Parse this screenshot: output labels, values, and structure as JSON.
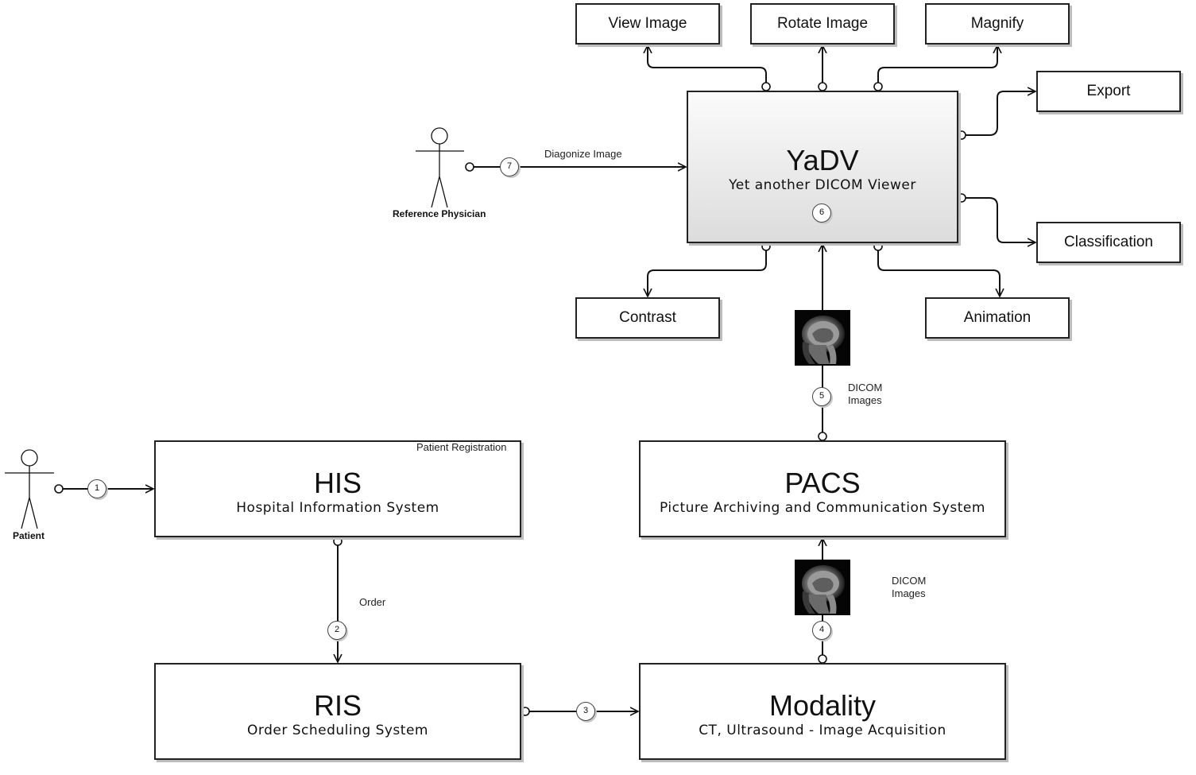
{
  "yadv": {
    "title": "YaDV",
    "subtitle": "Yet another DICOM Viewer",
    "step": "6"
  },
  "features": {
    "view_image": "View Image",
    "rotate_image": "Rotate Image",
    "magnify": "Magnify",
    "export": "Export",
    "classification": "Classification",
    "contrast": "Contrast",
    "animation": "Animation"
  },
  "his": {
    "title": "HIS",
    "subtitle": "Hospital Information System",
    "corner": "Patient Registration"
  },
  "ris": {
    "title": "RIS",
    "subtitle": "Order Scheduling System"
  },
  "pacs": {
    "title": "PACS",
    "subtitle": "Picture Archiving and Communication System"
  },
  "modality": {
    "title": "Modality",
    "subtitle": "CT, Ultrasound - Image Acquisition"
  },
  "actors": {
    "patient": "Patient",
    "physician": "Reference Physician"
  },
  "flows": {
    "diagnose": {
      "label": "Diagonize Image",
      "step": "7"
    },
    "register": {
      "step": "1"
    },
    "order": {
      "label": "Order",
      "step": "2"
    },
    "schedule": {
      "step": "3"
    },
    "acquire": {
      "label_line1": "DICOM",
      "label_line2": "Images",
      "step": "4"
    },
    "archive": {
      "label_line1": "DICOM",
      "label_line2": "Images",
      "step": "5"
    }
  },
  "icons": {
    "thumbnail": "mri-brain-icon",
    "actor": "stick-figure-icon"
  }
}
